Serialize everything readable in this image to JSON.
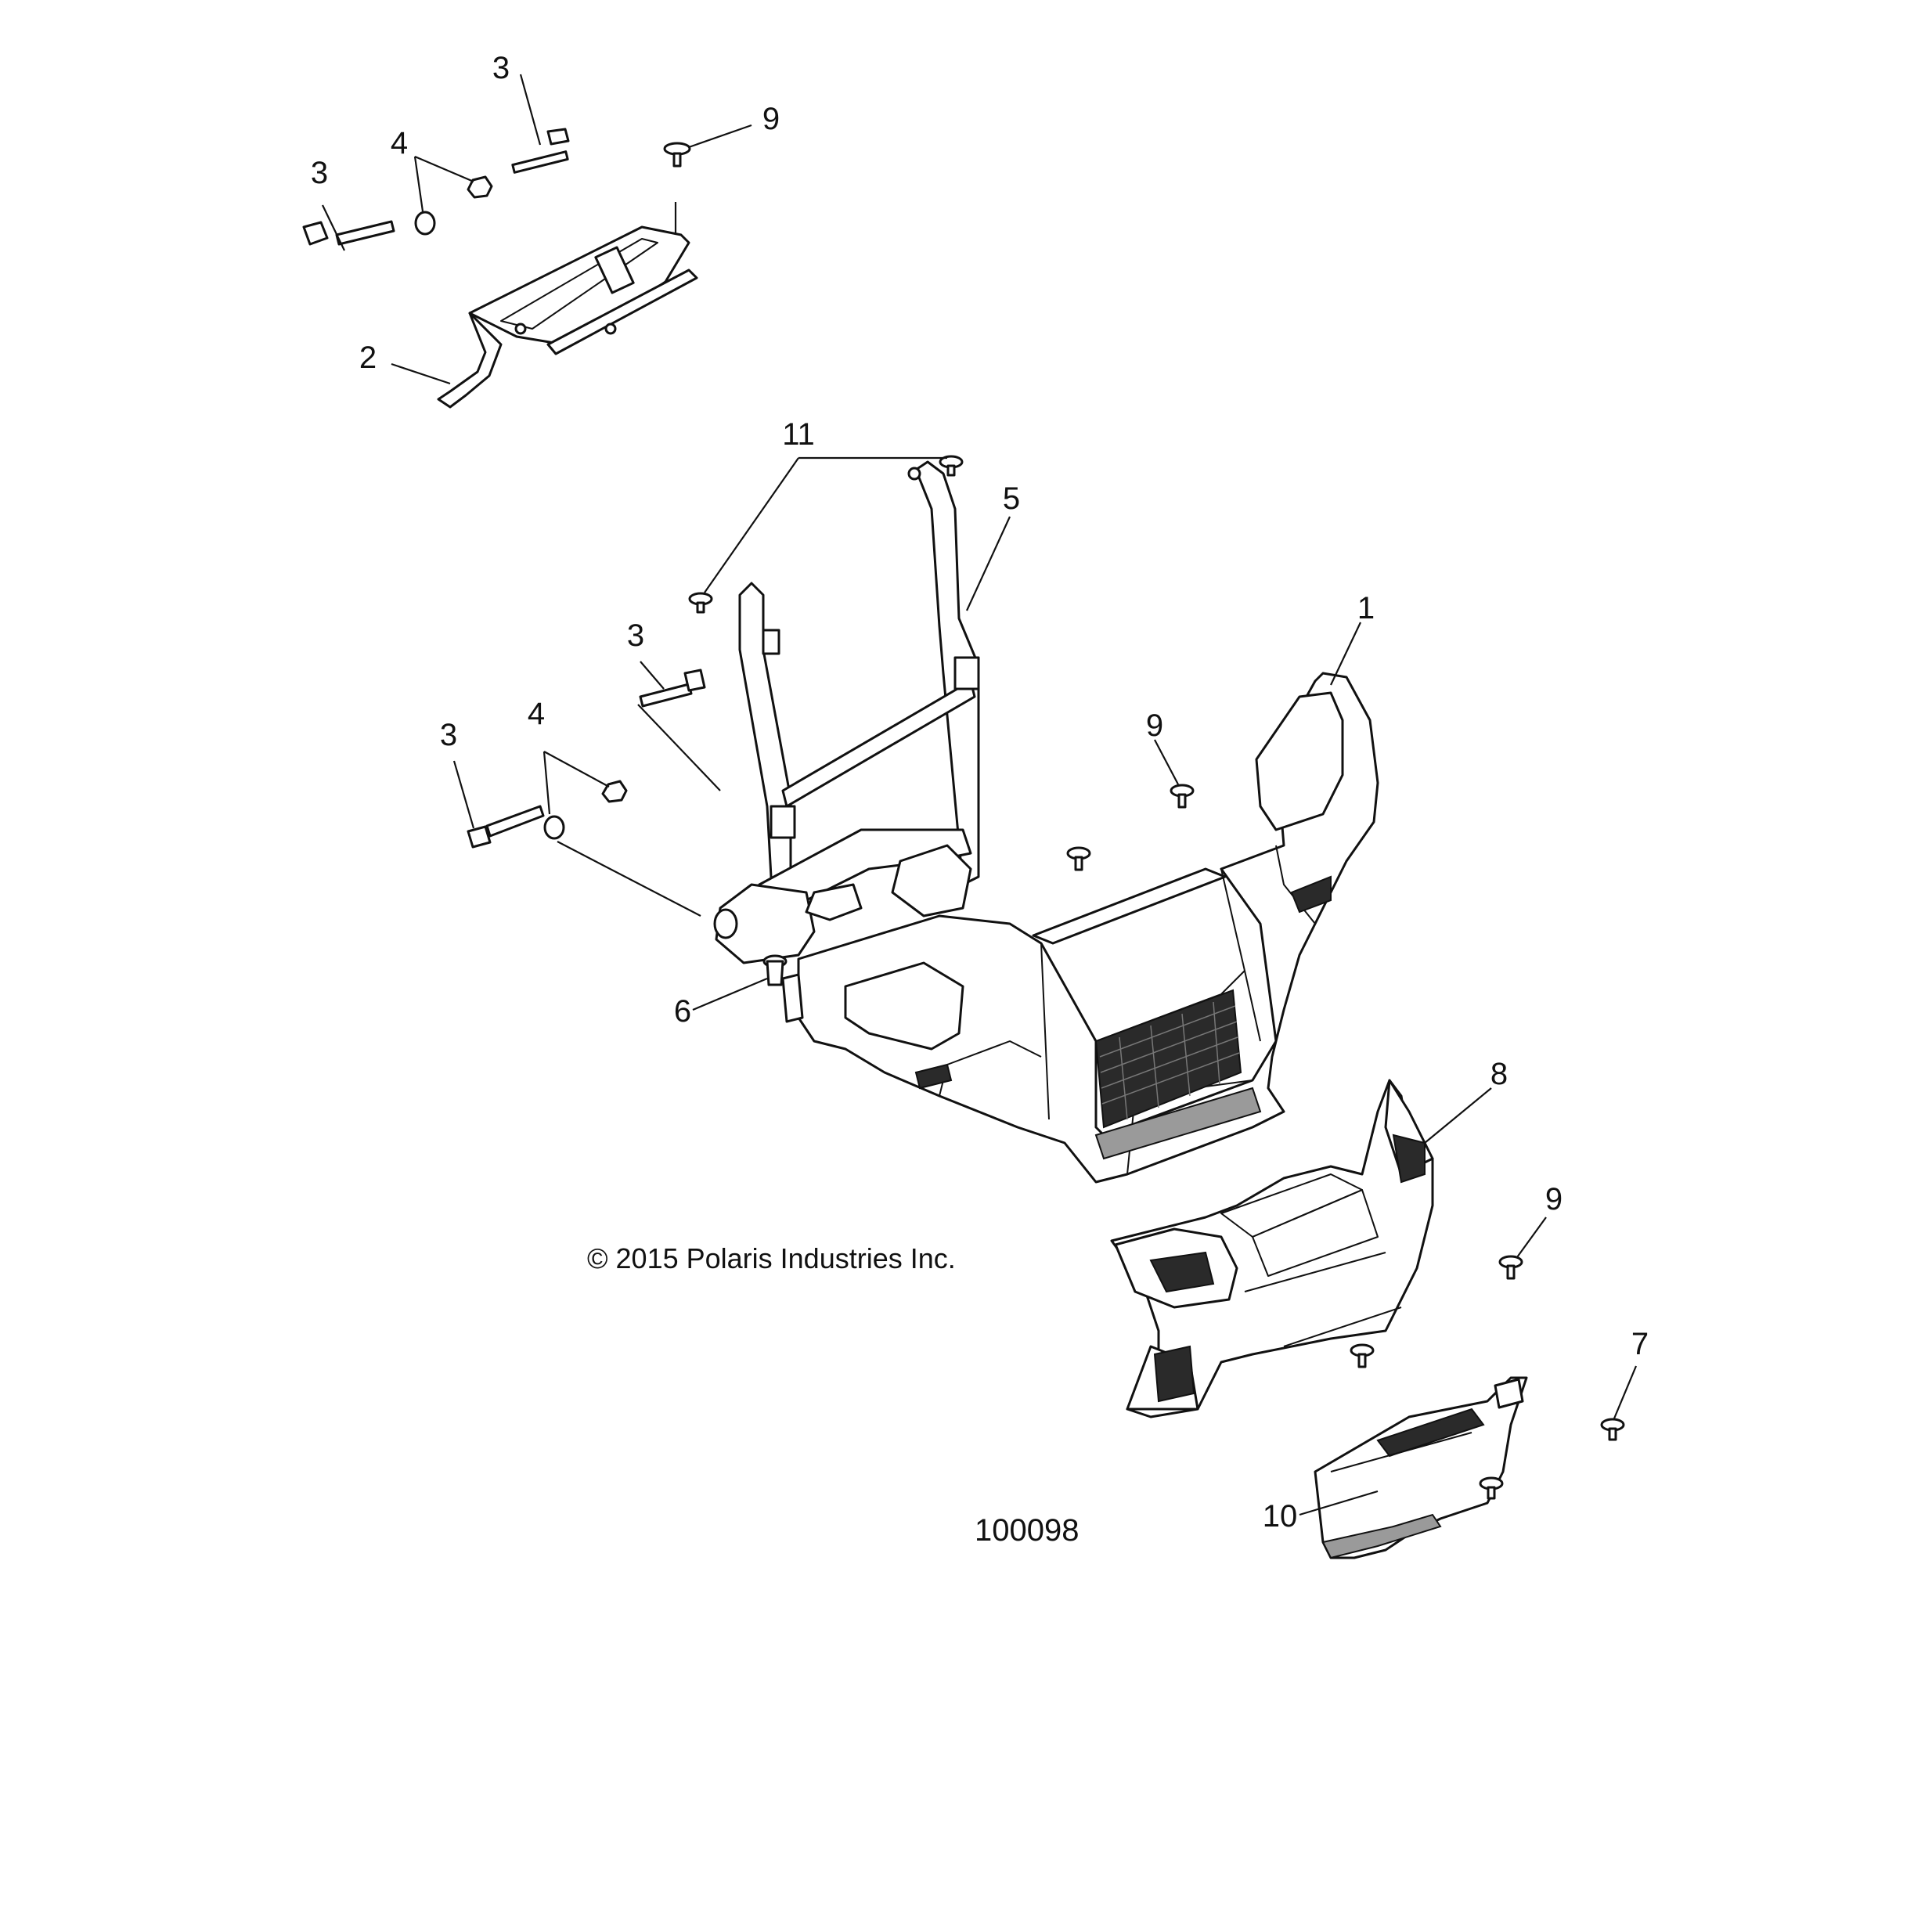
{
  "diagram": {
    "copyright": "© 2015 Polaris Industries Inc.",
    "figure_number": "100098",
    "callouts": [
      {
        "id": "c3a",
        "label": "3"
      },
      {
        "id": "c3b",
        "label": "3"
      },
      {
        "id": "c4a",
        "label": "4"
      },
      {
        "id": "c9a",
        "label": "9"
      },
      {
        "id": "c2",
        "label": "2"
      },
      {
        "id": "c11",
        "label": "11"
      },
      {
        "id": "c5",
        "label": "5"
      },
      {
        "id": "c1",
        "label": "1"
      },
      {
        "id": "c3c",
        "label": "3"
      },
      {
        "id": "c3d",
        "label": "3"
      },
      {
        "id": "c4b",
        "label": "4"
      },
      {
        "id": "c9b",
        "label": "9"
      },
      {
        "id": "c6",
        "label": "6"
      },
      {
        "id": "c8",
        "label": "8"
      },
      {
        "id": "c9c",
        "label": "9"
      },
      {
        "id": "c7",
        "label": "7"
      },
      {
        "id": "c10",
        "label": "10"
      }
    ]
  }
}
